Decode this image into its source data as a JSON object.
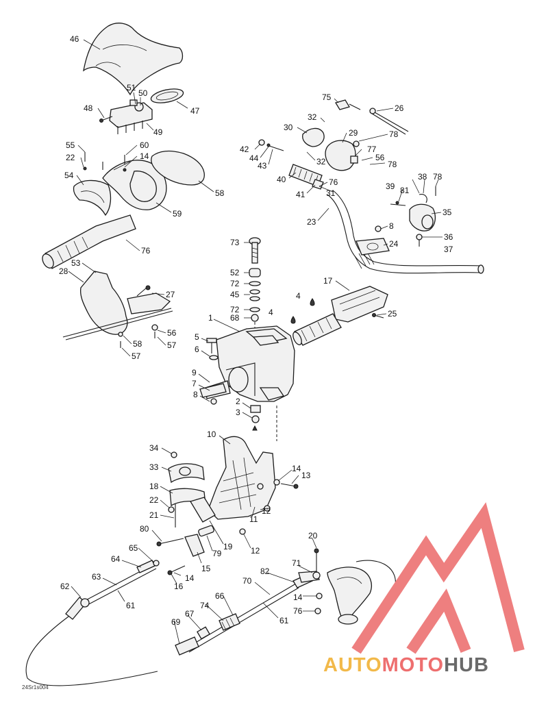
{
  "diagram_code": "24Sr1s004",
  "watermark": {
    "logo_text": "AUTOMOTOHUB",
    "colors": {
      "auto": "#f2b94a",
      "moto": "#ee6f6f",
      "hub": "#6a6a6a",
      "triangle": "#ee7f7f"
    }
  },
  "callouts": [
    {
      "id": "c46",
      "text": "46"
    },
    {
      "id": "c51",
      "text": "51"
    },
    {
      "id": "c50",
      "text": "50"
    },
    {
      "id": "c47",
      "text": "47"
    },
    {
      "id": "c48",
      "text": "48"
    },
    {
      "id": "c49",
      "text": "49"
    },
    {
      "id": "c75",
      "text": "75"
    },
    {
      "id": "c26",
      "text": "26"
    },
    {
      "id": "c32a",
      "text": "32"
    },
    {
      "id": "c30",
      "text": "30"
    },
    {
      "id": "c29",
      "text": "29"
    },
    {
      "id": "c78a",
      "text": "78"
    },
    {
      "id": "c42",
      "text": "42"
    },
    {
      "id": "c44",
      "text": "44"
    },
    {
      "id": "c43",
      "text": "43"
    },
    {
      "id": "c32b",
      "text": "32"
    },
    {
      "id": "c77",
      "text": "77"
    },
    {
      "id": "c56a",
      "text": "56"
    },
    {
      "id": "c78b",
      "text": "78"
    },
    {
      "id": "c55",
      "text": "55"
    },
    {
      "id": "c60",
      "text": "60"
    },
    {
      "id": "c22a",
      "text": "22"
    },
    {
      "id": "c14a",
      "text": "14"
    },
    {
      "id": "c54",
      "text": "54"
    },
    {
      "id": "c58",
      "text": "58"
    },
    {
      "id": "c40",
      "text": "40"
    },
    {
      "id": "c76a",
      "text": "76"
    },
    {
      "id": "c31",
      "text": "31"
    },
    {
      "id": "c39",
      "text": "39"
    },
    {
      "id": "c81",
      "text": "81"
    },
    {
      "id": "c38",
      "text": "38"
    },
    {
      "id": "c78c",
      "text": "78"
    },
    {
      "id": "c41",
      "text": "41"
    },
    {
      "id": "c59",
      "text": "59"
    },
    {
      "id": "c35",
      "text": "35"
    },
    {
      "id": "c23",
      "text": "23"
    },
    {
      "id": "c8a",
      "text": "8"
    },
    {
      "id": "c73",
      "text": "73"
    },
    {
      "id": "c36",
      "text": "36"
    },
    {
      "id": "c24",
      "text": "24"
    },
    {
      "id": "c37",
      "text": "37"
    },
    {
      "id": "c76b",
      "text": "76"
    },
    {
      "id": "c53",
      "text": "53"
    },
    {
      "id": "c52",
      "text": "52"
    },
    {
      "id": "c28",
      "text": "28"
    },
    {
      "id": "c72a",
      "text": "72"
    },
    {
      "id": "c17",
      "text": "17"
    },
    {
      "id": "c27",
      "text": "27"
    },
    {
      "id": "c45",
      "text": "45"
    },
    {
      "id": "c4a",
      "text": "4"
    },
    {
      "id": "c72b",
      "text": "72"
    },
    {
      "id": "c4b",
      "text": "4"
    },
    {
      "id": "c68",
      "text": "68"
    },
    {
      "id": "c25",
      "text": "25"
    },
    {
      "id": "c1",
      "text": "1"
    },
    {
      "id": "c56b",
      "text": "56"
    },
    {
      "id": "c57a",
      "text": "57"
    },
    {
      "id": "c5",
      "text": "5"
    },
    {
      "id": "c58b",
      "text": "58"
    },
    {
      "id": "c6",
      "text": "6"
    },
    {
      "id": "c57b",
      "text": "57"
    },
    {
      "id": "c9",
      "text": "9"
    },
    {
      "id": "c7",
      "text": "7"
    },
    {
      "id": "c8b",
      "text": "8"
    },
    {
      "id": "c2",
      "text": "2"
    },
    {
      "id": "c3",
      "text": "3"
    },
    {
      "id": "c10",
      "text": "10"
    },
    {
      "id": "c34",
      "text": "34"
    },
    {
      "id": "c33",
      "text": "33"
    },
    {
      "id": "c14b",
      "text": "14"
    },
    {
      "id": "c13",
      "text": "13"
    },
    {
      "id": "c18",
      "text": "18"
    },
    {
      "id": "c22b",
      "text": "22"
    },
    {
      "id": "c12a",
      "text": "12"
    },
    {
      "id": "c21",
      "text": "21"
    },
    {
      "id": "c11",
      "text": "11"
    },
    {
      "id": "c80",
      "text": "80"
    },
    {
      "id": "c19",
      "text": "19"
    },
    {
      "id": "c79",
      "text": "79"
    },
    {
      "id": "c12b",
      "text": "12"
    },
    {
      "id": "c65",
      "text": "65"
    },
    {
      "id": "c20",
      "text": "20"
    },
    {
      "id": "c64",
      "text": "64"
    },
    {
      "id": "c15",
      "text": "15"
    },
    {
      "id": "c71",
      "text": "71"
    },
    {
      "id": "c14c",
      "text": "14"
    },
    {
      "id": "c63",
      "text": "63"
    },
    {
      "id": "c82",
      "text": "82"
    },
    {
      "id": "c16",
      "text": "16"
    },
    {
      "id": "c62",
      "text": "62"
    },
    {
      "id": "c70",
      "text": "70"
    },
    {
      "id": "c61a",
      "text": "61"
    },
    {
      "id": "c14d",
      "text": "14"
    },
    {
      "id": "c66",
      "text": "66"
    },
    {
      "id": "c74",
      "text": "74"
    },
    {
      "id": "c76c",
      "text": "76"
    },
    {
      "id": "c61b",
      "text": "61"
    },
    {
      "id": "c67",
      "text": "67"
    },
    {
      "id": "c69",
      "text": "69"
    }
  ]
}
